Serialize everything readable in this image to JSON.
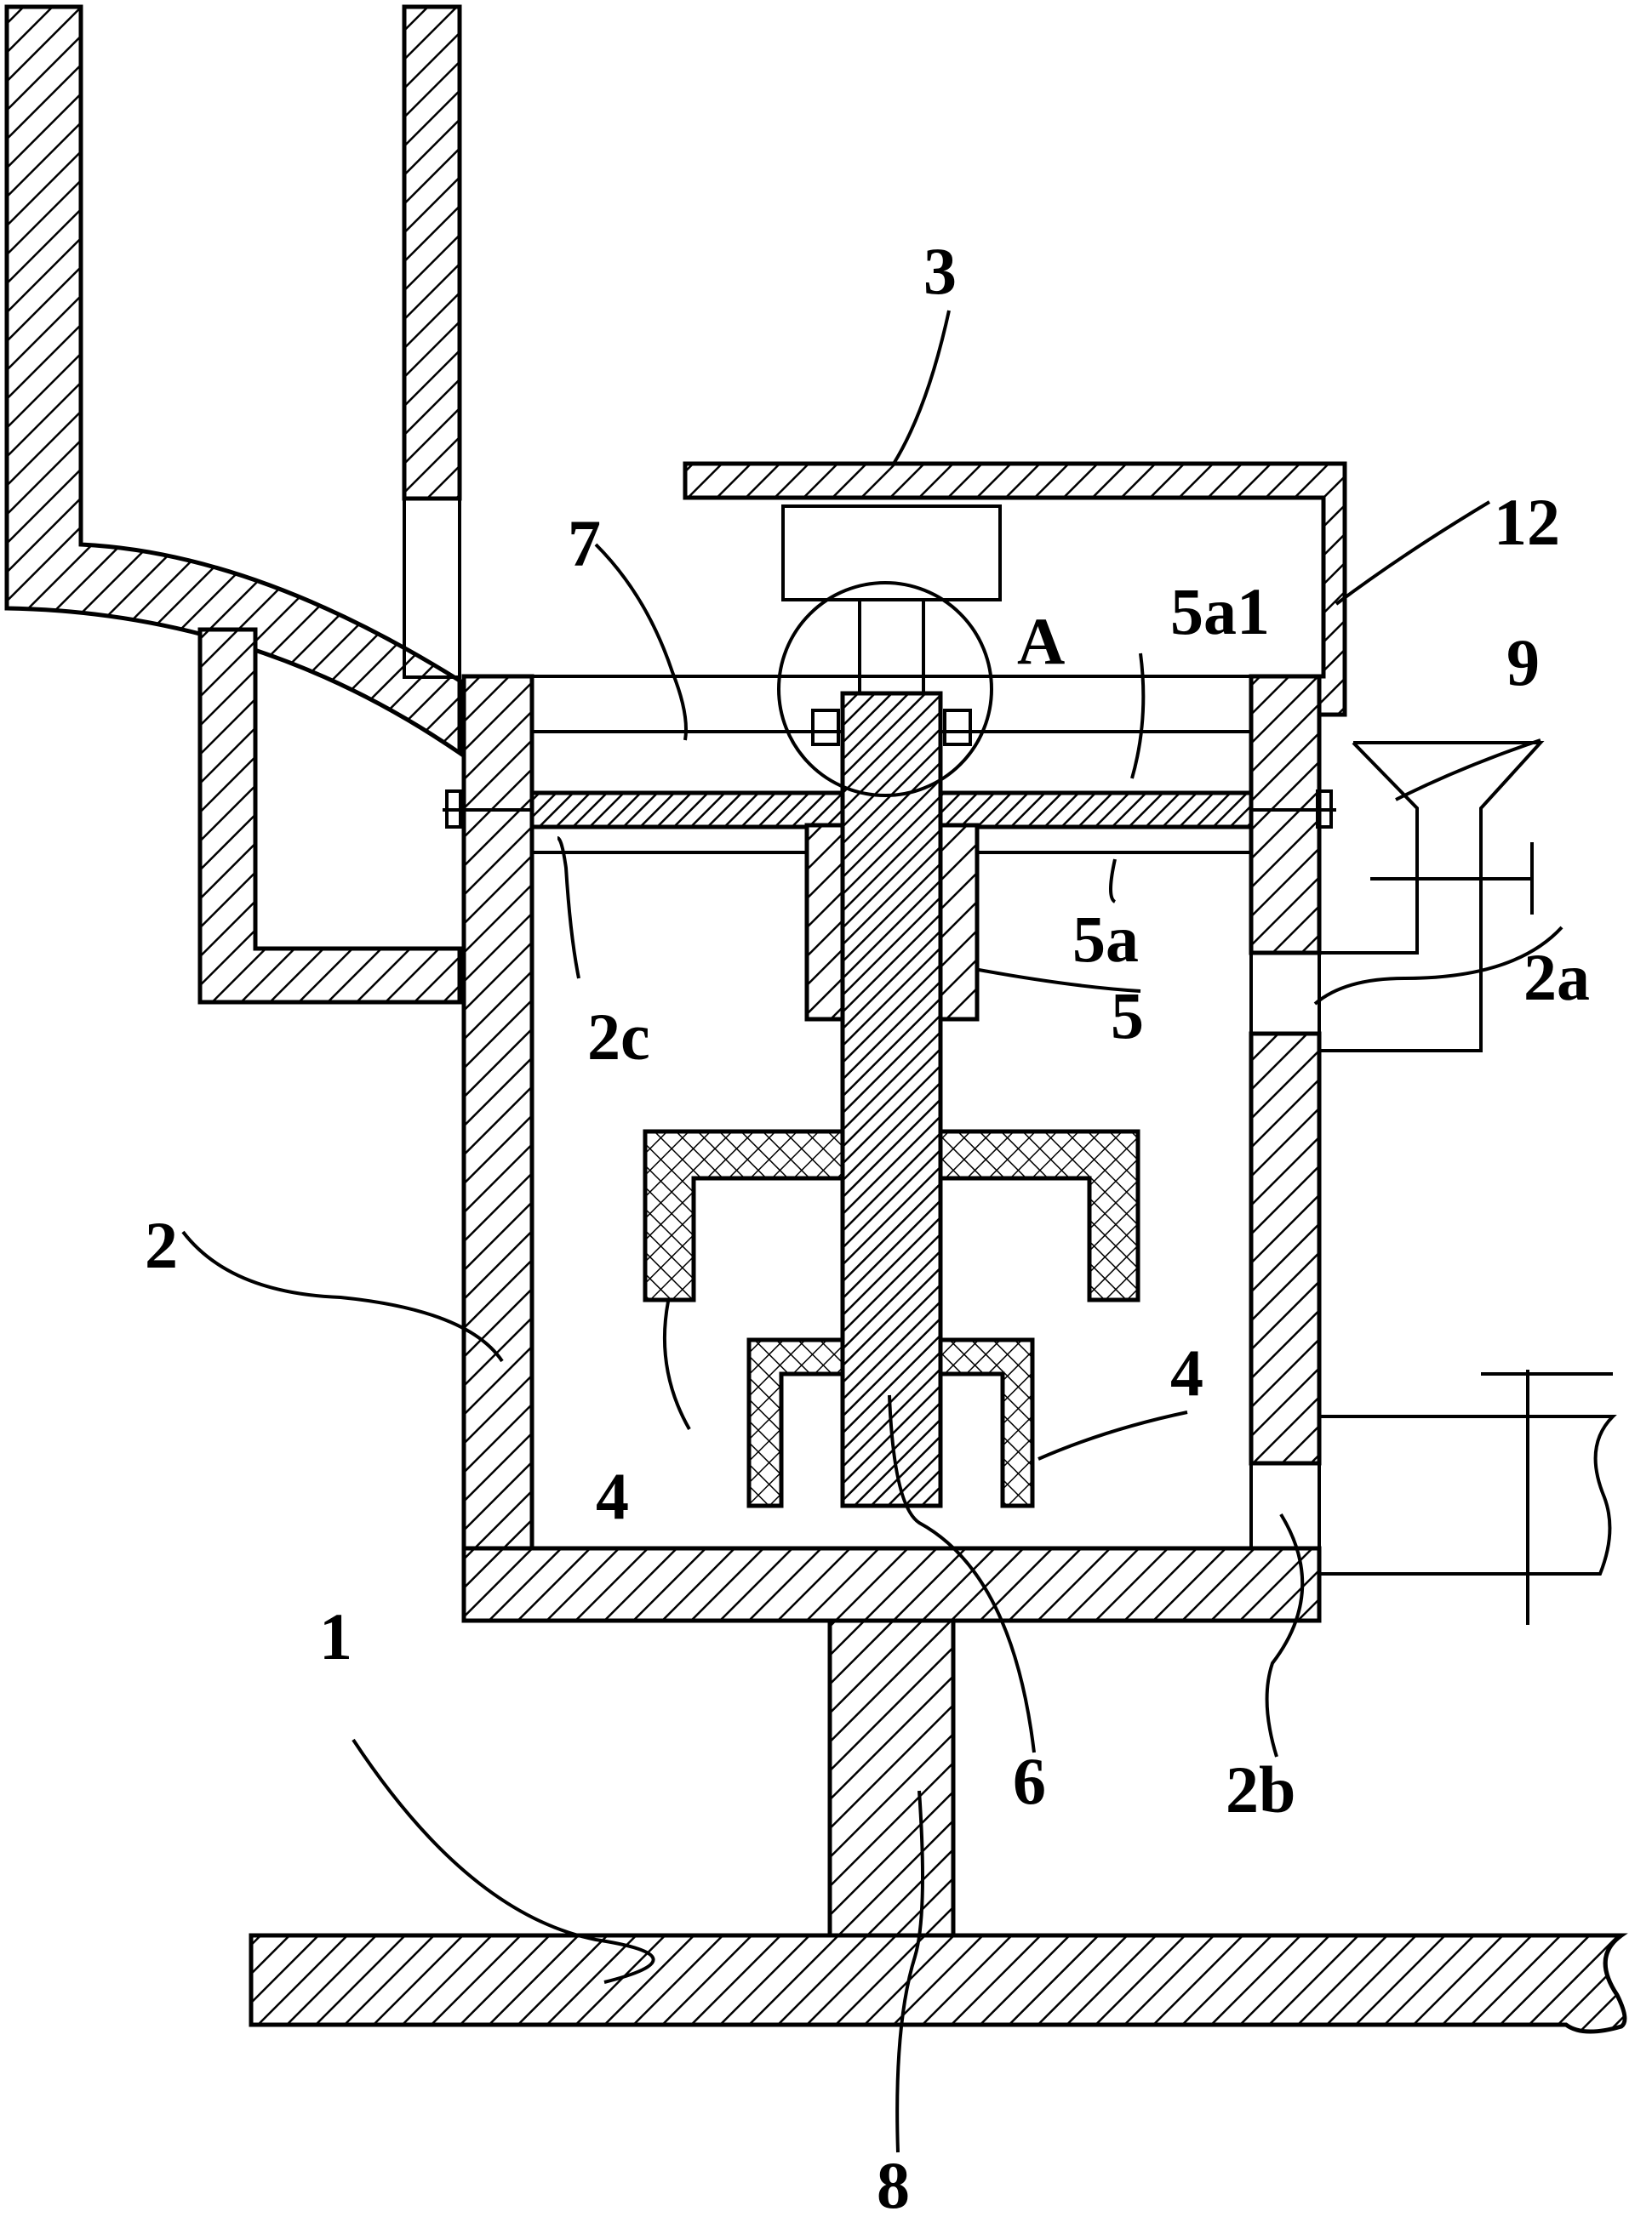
{
  "callouts": {
    "l1": "1",
    "l2": "2",
    "l2a": "2a",
    "l2b": "2b",
    "l2c": "2c",
    "l3": "3",
    "l4a": "4",
    "l4b": "4",
    "l5": "5",
    "l5a": "5a",
    "l5a1": "5a1",
    "l6": "6",
    "l7": "7",
    "l8": "8",
    "l9": "9",
    "l12": "12",
    "lA": "A"
  },
  "colors": {
    "line": "#000000",
    "background": "#ffffff"
  }
}
